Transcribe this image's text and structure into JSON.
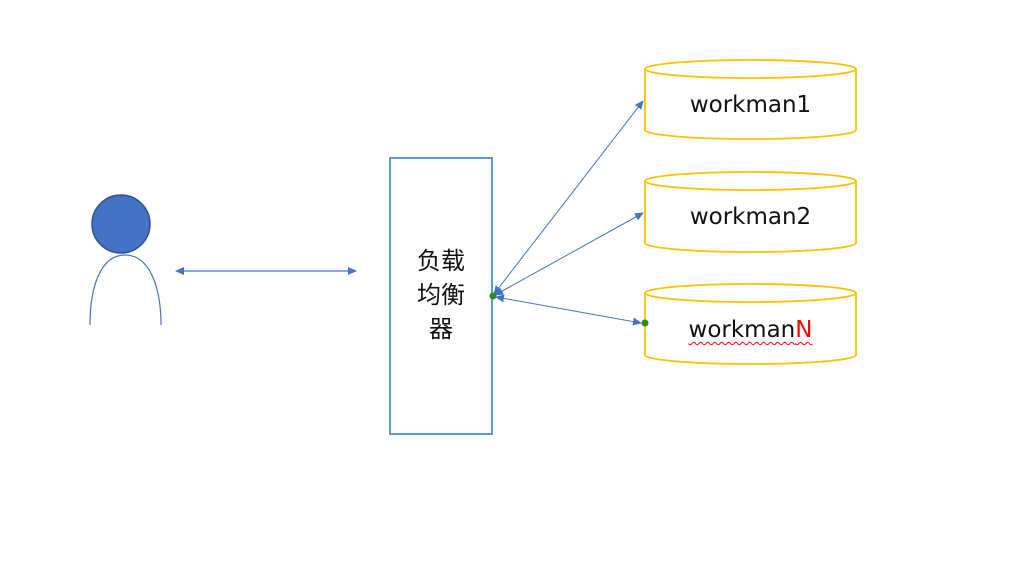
{
  "load_balancer": {
    "lines": [
      "负载",
      "均衡",
      "器"
    ]
  },
  "workers": [
    {
      "label": "workman1"
    },
    {
      "label": "workman2"
    },
    {
      "label_prefix": "workman",
      "label_suffix": "N"
    }
  ],
  "colors": {
    "user_fill": "#4472c4",
    "user_stroke": "#2f528f",
    "arrow": "#4472c4",
    "lb_border": "#5b9bd5",
    "cylinder_stroke": "#ffc000",
    "connector_dot": "#2e8b20",
    "highlight_text": "#ff0000"
  },
  "icons": {
    "user": "person-icon"
  }
}
